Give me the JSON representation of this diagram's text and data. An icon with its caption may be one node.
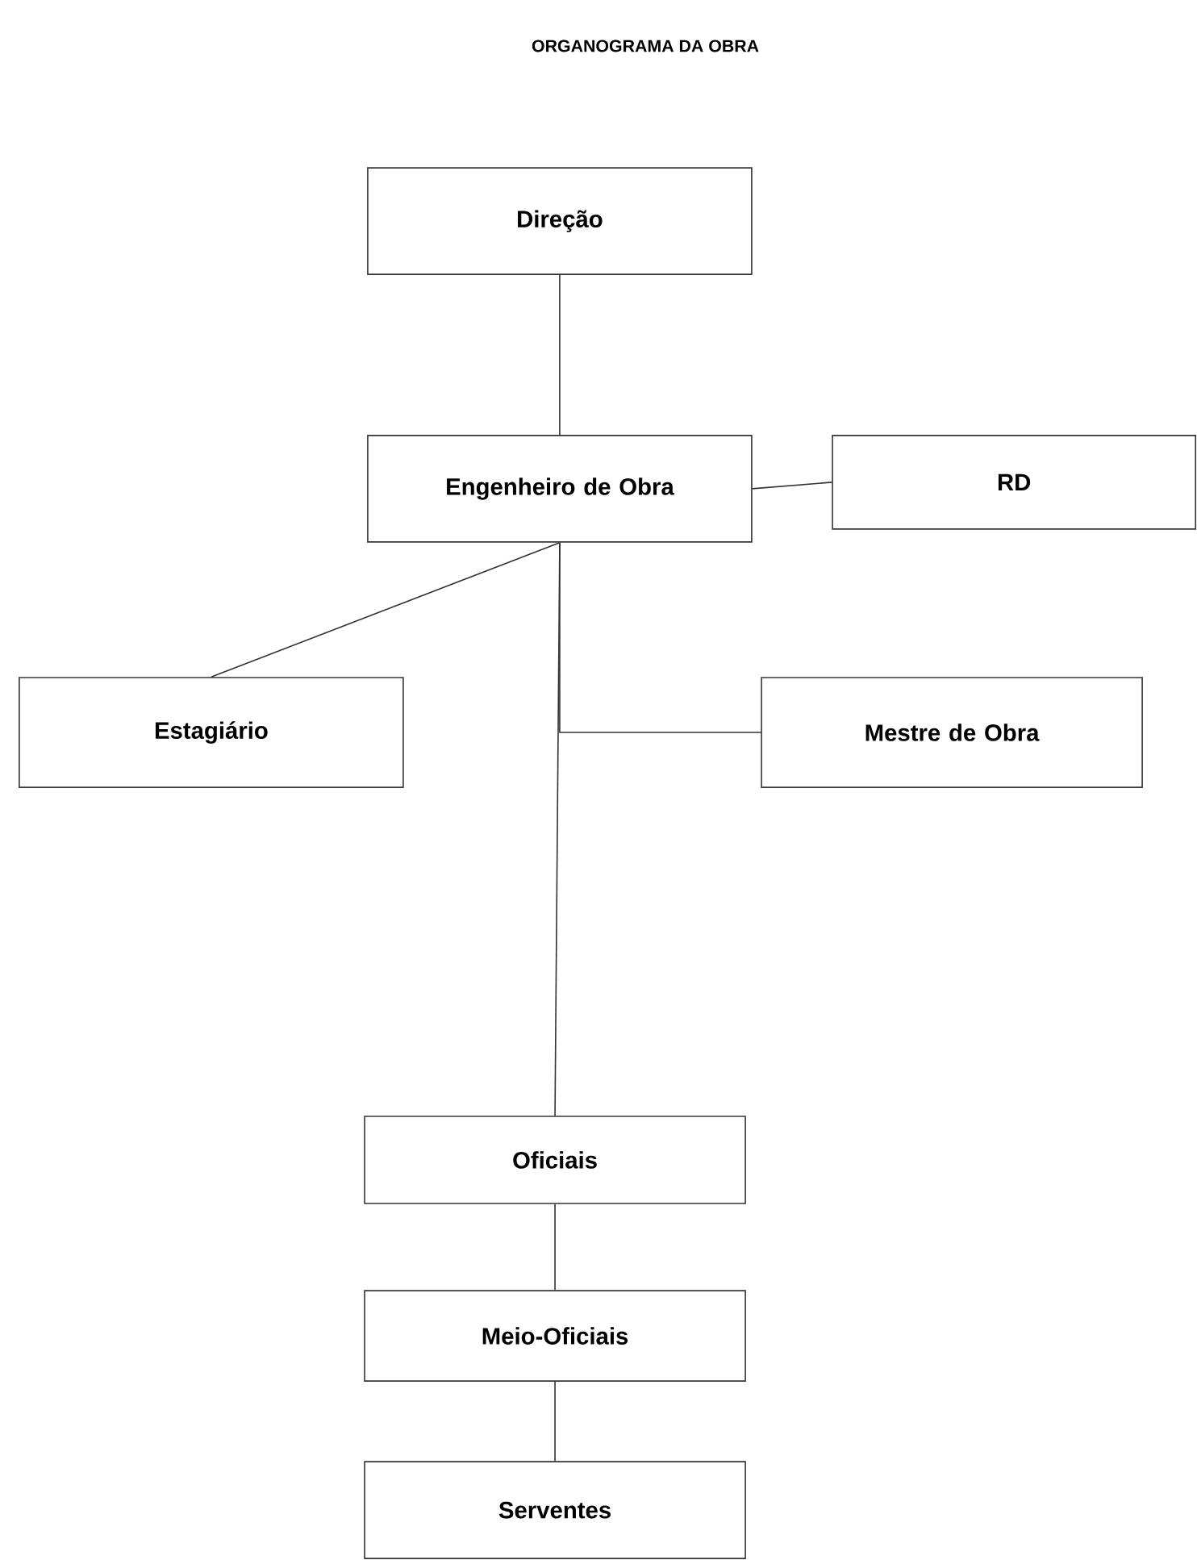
{
  "diagram": {
    "title": "ORGANOGRAMA DA OBRA",
    "nodes": [
      {
        "text": [
          "Direção"
        ]
      },
      {
        "text": [
          "Engenheiro de Obra"
        ]
      },
      {
        "text": [
          "RD"
        ]
      },
      {
        "text": [
          "Estagiário"
        ]
      },
      {
        "text": [
          "Mestre de Obra"
        ]
      },
      {
        "text": [
          "Oficiais"
        ]
      },
      {
        "text": [
          "Meio-Oficiais"
        ]
      },
      {
        "text": [
          "Serventes"
        ]
      }
    ],
    "edges": [
      {
        "from": 0,
        "to": 1,
        "arrow": "none"
      },
      {
        "from": 1,
        "to": 2,
        "arrow": "none"
      },
      {
        "from": 1,
        "to": 3,
        "arrow": "none"
      },
      {
        "from": 1,
        "to": 4,
        "arrow": "none"
      },
      {
        "from": 1,
        "to": 5,
        "arrow": "none"
      },
      {
        "from": 5,
        "to": 6,
        "arrow": "none"
      },
      {
        "from": 6,
        "to": 7,
        "arrow": "none"
      }
    ]
  }
}
